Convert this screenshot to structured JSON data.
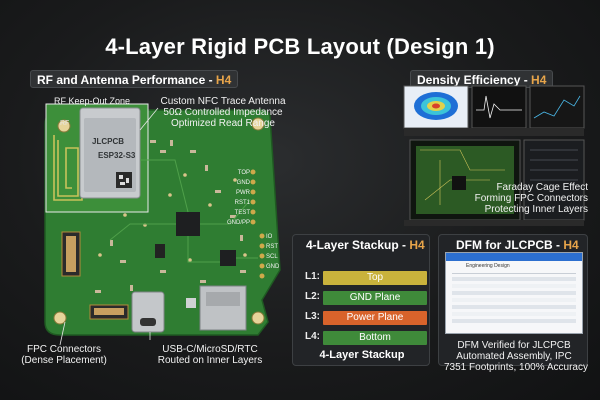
{
  "title": "4-Layer Rigid PCB Layout (Design 1)",
  "sections": {
    "rf": {
      "label": "RF and Antenna Performance - ",
      "tag": "H4"
    },
    "density": {
      "label": "Density Efficiency - ",
      "tag": "H4"
    },
    "stackup": {
      "label": "4-Layer Stackup - ",
      "tag": "H4"
    },
    "dfm": {
      "label": "DFM for JLCPCB - ",
      "tag": "H4"
    }
  },
  "annotations": {
    "keepout": "RF Keep-Out Zone",
    "antenna": [
      "Custom NFC Trace Antenna",
      "50Ω Controlled Impedance",
      "Optimized Read Range"
    ],
    "fpc": [
      "FPC Connectors",
      "(Dense Placement)"
    ],
    "usb": [
      "USB-C/MicroSD/RTC",
      "Routed on Inner Layers"
    ],
    "faraday": [
      "Faraday Cage Effect",
      "Forming FPC Connectors",
      "Protecting Inner Layers"
    ],
    "dfm": [
      "DFM Verified for JLCPCB",
      "Automated Assembly, IPC",
      "7351 Footprints, 100% Accuracy"
    ]
  },
  "module": {
    "brand": "JLCPCB",
    "part": "ESP32-S3"
  },
  "board_text": {
    "rf": "RF"
  },
  "pin_labels": [
    "TOP",
    "GND",
    "PWR",
    "RST1",
    "TEST",
    "GND/PP",
    "IO",
    "RST",
    "SCL",
    "GND"
  ],
  "stackup": {
    "layers": [
      {
        "num": "L1:",
        "name": "Top",
        "color": "#c9b23c"
      },
      {
        "num": "L2:",
        "name": "GND Plane",
        "color": "#3f8a3a"
      },
      {
        "num": "L3:",
        "name": "Power Plane",
        "color": "#d8632b"
      },
      {
        "num": "L4:",
        "name": "Bottom",
        "color": "#3f8a3a"
      }
    ],
    "caption": "4-Layer Stackup"
  },
  "dfm_screen": {
    "heading": "Engineering Design"
  },
  "colors": {
    "accent": "#e8a54a",
    "pcb": "#2f7d32"
  }
}
